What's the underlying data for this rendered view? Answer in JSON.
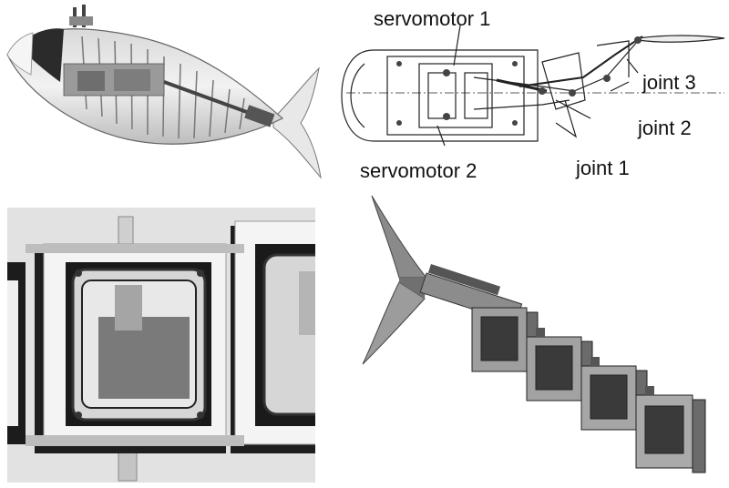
{
  "labels": {
    "servomotor1": "servomotor 1",
    "servomotor2": "servomotor 2",
    "joint1": "joint 1",
    "joint2": "joint 2",
    "joint3": "joint 3"
  }
}
